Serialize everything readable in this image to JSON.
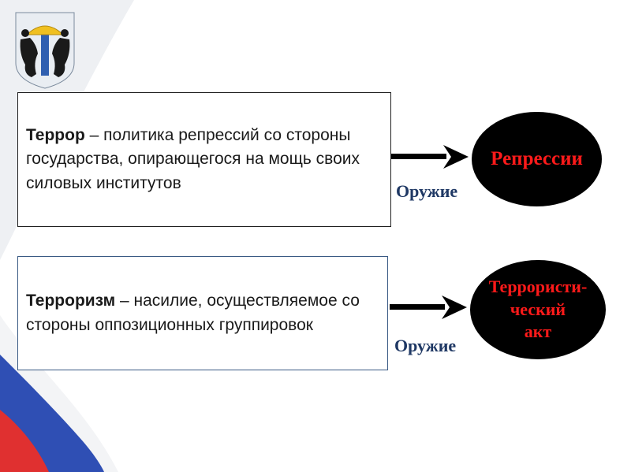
{
  "colors": {
    "flag_white": "#ffffff",
    "flag_blue": "#2f4fb4",
    "flag_red": "#e03030",
    "weapon_text": "#1f3864",
    "ellipse_text": "#ff1a1a"
  },
  "slide": {
    "rows": [
      {
        "term": "Террор",
        "definition": " – политика репрессий со стороны государства, опирающегося на мощь своих  силовых институтов",
        "weapon_label": "Оружие",
        "result": "Репрессии"
      },
      {
        "term": "Терроризм",
        "definition": " – насилие, осуществляемое со стороны оппозиционных группировок",
        "weapon_label": "Оружие",
        "result": "Террористи-\nческий\nакт"
      }
    ]
  }
}
